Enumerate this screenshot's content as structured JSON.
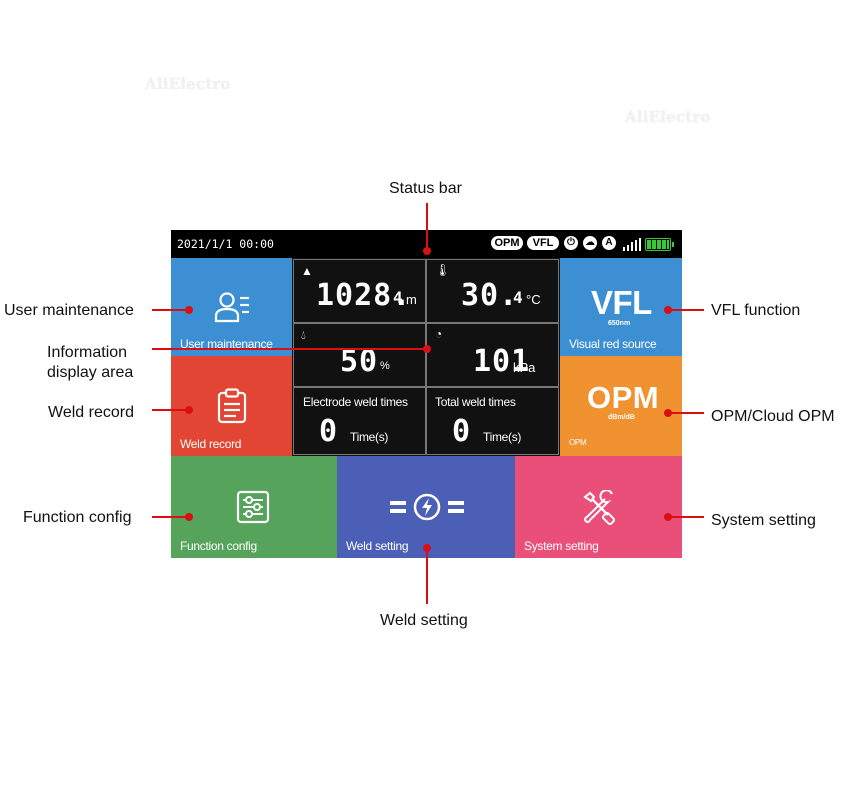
{
  "watermarks": [
    "AliElectro",
    "AliElectro"
  ],
  "callouts": {
    "status_bar": "Status bar",
    "user_maintenance": "User maintenance",
    "information_display": "Information\ndisplay area",
    "weld_record": "Weld record",
    "function_config": "Function config",
    "weld_setting": "Weld setting",
    "vfl_function": "VFL function",
    "opm_cloud": "OPM/Cloud OPM",
    "system_setting": "System setting"
  },
  "statusbar": {
    "datetime": "2021/1/1  00:00",
    "opm_badge": "OPM",
    "vfl_badge": "VFL",
    "mode_badge": "A",
    "signal_bars": 4,
    "battery_level": 1.0
  },
  "tiles": {
    "user_maintenance": "User maintenance",
    "weld_record": "Weld record",
    "function_config": "Function config",
    "weld_setting": "Weld setting",
    "system_setting": "System setting",
    "vfl_title": "VFL",
    "vfl_sub": "650nm",
    "vfl_label": "Visual red source",
    "opm_title": "OPM",
    "opm_sub": "dBm/dB",
    "opm_label": "OPM"
  },
  "info": {
    "altitude_value": "1028.",
    "altitude_decimal": "4",
    "altitude_unit": "m",
    "temperature_value": "30.",
    "temperature_decimal": "4",
    "temperature_unit": "°C",
    "humidity_value": "50",
    "humidity_unit": "%",
    "pressure_value": "101",
    "pressure_unit": "kPa",
    "electrode_label": "Electrode weld times",
    "electrode_value": "0",
    "electrode_unit": "Time(s)",
    "total_label": "Total weld times",
    "total_value": "0",
    "total_unit": "Time(s)"
  },
  "colors": {
    "blue": "#3c8fd3",
    "red": "#e24533",
    "green": "#56a35b",
    "indigo": "#4a5fb5",
    "pink": "#ea4f7a",
    "orange": "#f0922f",
    "callout_red": "#d90f14"
  }
}
